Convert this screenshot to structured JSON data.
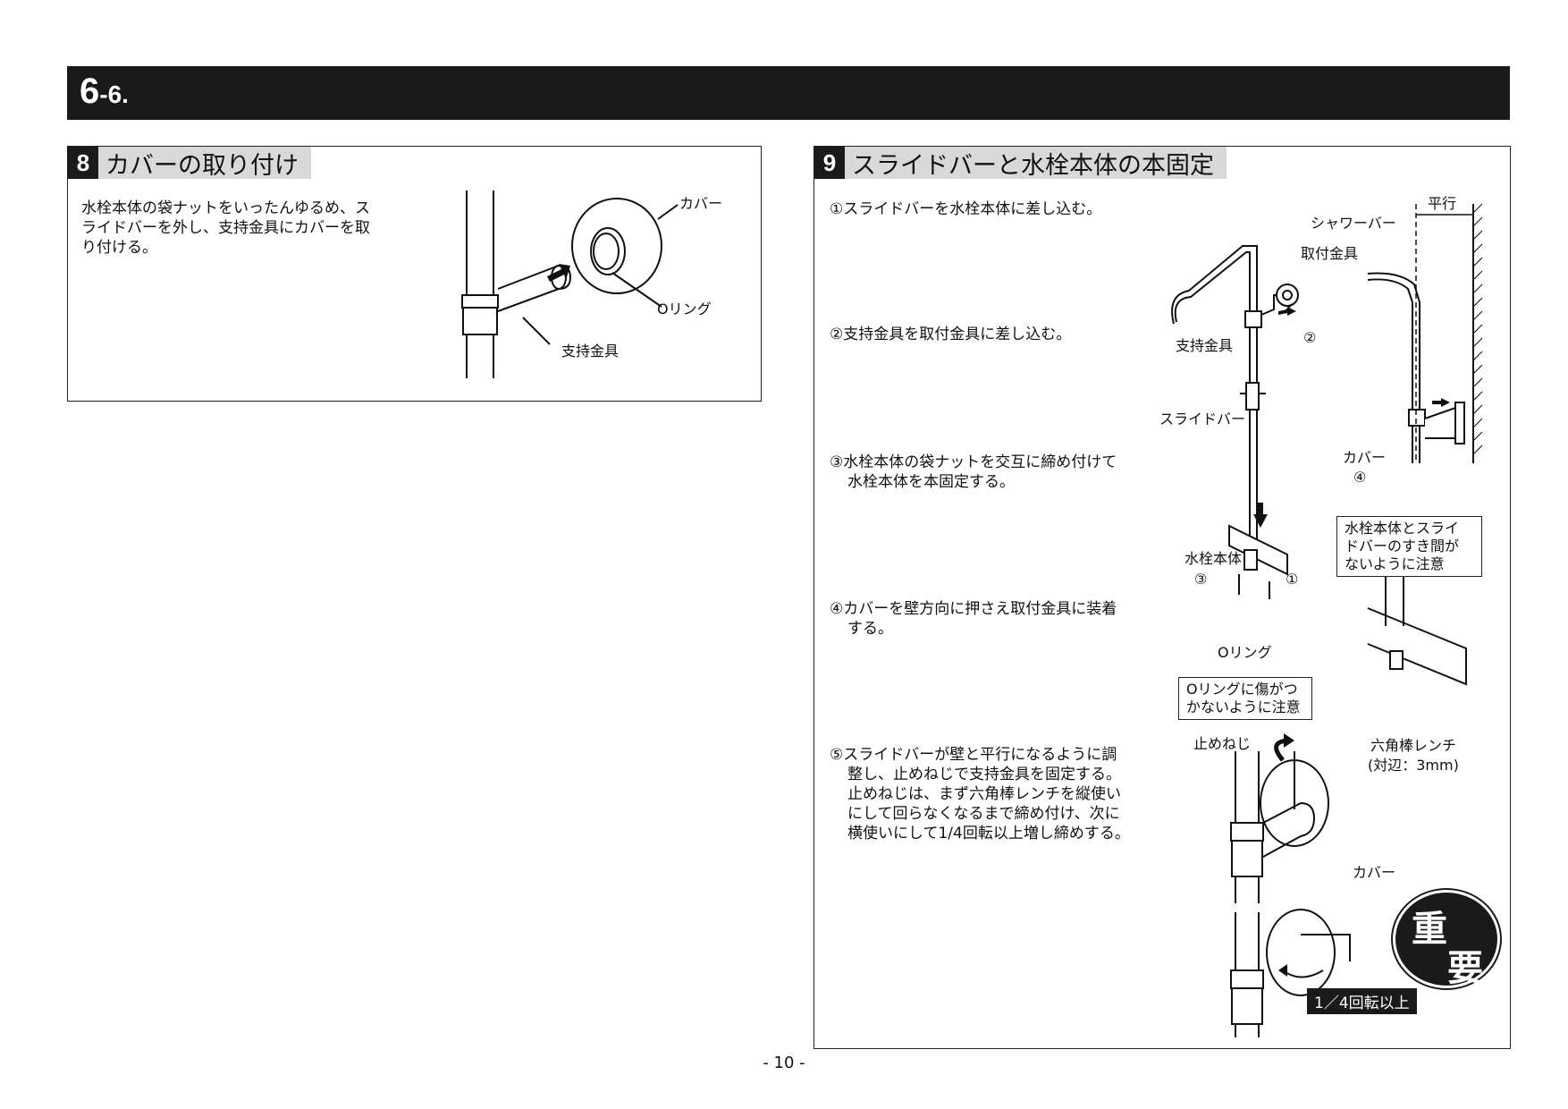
{
  "header": {
    "section_major": "6",
    "section_minor": "-6."
  },
  "section8": {
    "number": "8",
    "title": "カバーの取り付け",
    "text_lines": [
      "水栓本体の袋ナットをいったんゆるめ、ス",
      "ライドバーを外し、支持金具にカバーを取",
      "り付ける。"
    ],
    "labels": {
      "cover": "カバー",
      "oring": "Oリング",
      "bracket": "支持金具"
    }
  },
  "section9": {
    "number": "9",
    "title": "スライドバーと水栓本体の本固定",
    "steps": {
      "s1": [
        "①スライドバーを水栓本体に差し込む。"
      ],
      "s2": [
        "②支持金具を取付金具に差し込む。"
      ],
      "s3": [
        "③水栓本体の袋ナットを交互に締め付けて",
        "水栓本体を本固定する。"
      ],
      "s4": [
        "④カバーを壁方向に押さえ取付金具に装着",
        "する。"
      ],
      "s5": [
        "⑤スライドバーが壁と平行になるように調",
        "整し、止めねじで支持金具を固定する。",
        "止めねじは、まず六角棒レンチを縦使い",
        "にして回らなくなるまで締め付け、次に",
        "横使いにして1/4回転以上増し締めする。"
      ]
    },
    "labels": {
      "parallel": "平行",
      "shower_bar": "シャワーバー",
      "mount_bracket": "取付金具",
      "circle2": "②",
      "bracket": "支持金具",
      "slide_bar": "スライドバー",
      "cover": "カバー",
      "circle4": "④",
      "body": "水栓本体",
      "circle3": "③",
      "circle1": "①",
      "oring": "Oリング",
      "note_gap": [
        "水栓本体とスライ",
        "ドバーのすき間が",
        "ないように注意"
      ],
      "note_oring": [
        "Oリングに傷がつ",
        "かないように注意"
      ],
      "set_screw": "止めねじ",
      "hex_wrench": "六角棒レンチ",
      "hex_size": "(対辺：3mm)",
      "cover2": "カバー",
      "important_1": "重",
      "important_2": "要",
      "quarter_turn": "1／4回転以上"
    }
  },
  "page_number": "- 10 -"
}
